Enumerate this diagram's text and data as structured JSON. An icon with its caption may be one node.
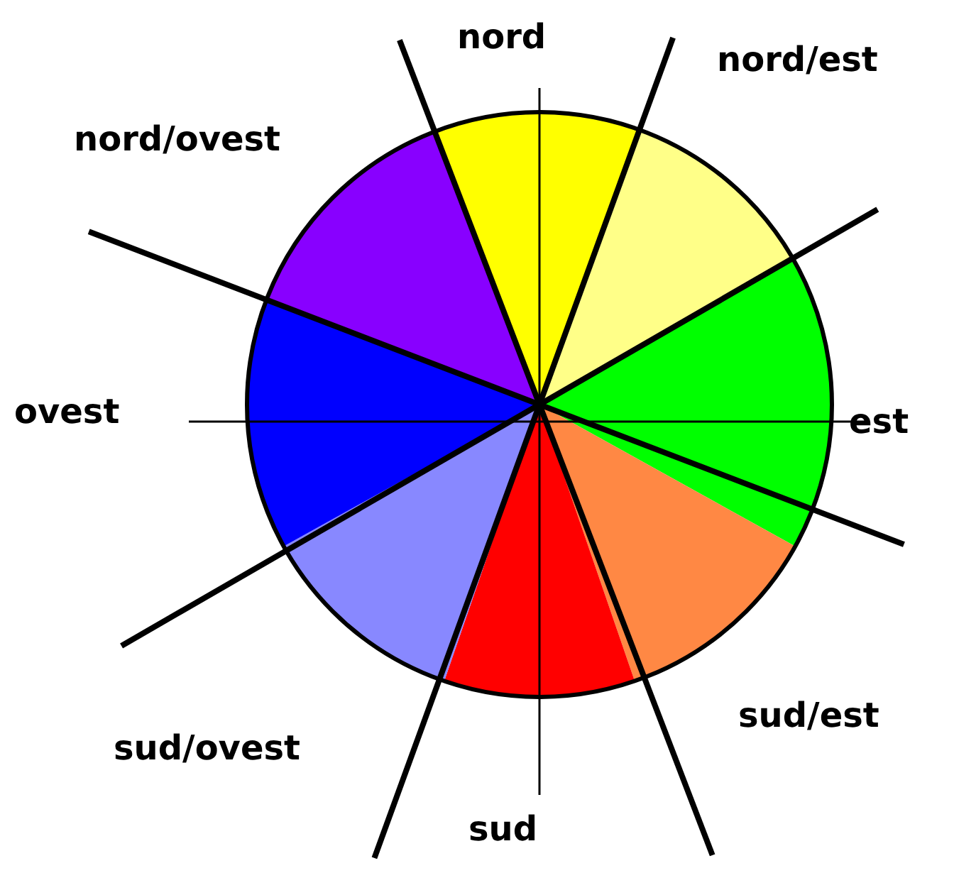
{
  "diagram": {
    "labels": [
      "nord",
      "nord/est",
      "nord/ovest",
      "ovest",
      "est",
      "sud/ovest",
      "sud/est",
      "sud"
    ]
  }
}
